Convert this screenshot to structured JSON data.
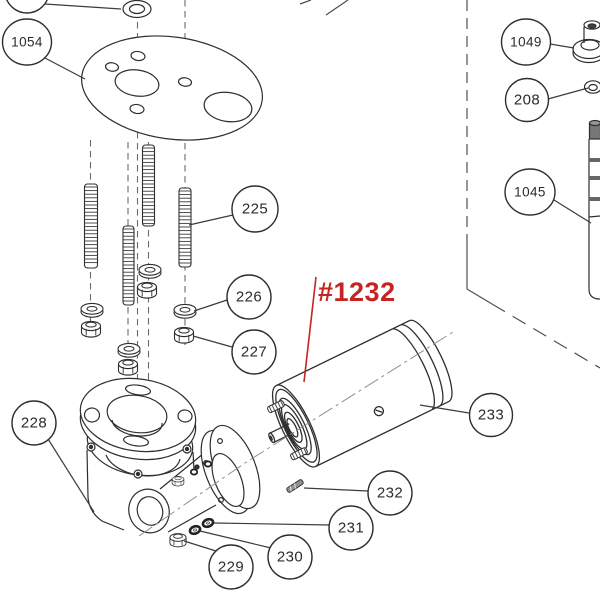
{
  "highlight": {
    "label": "#1232",
    "color": "#c52422"
  },
  "callouts": {
    "1054": {
      "label": "1054"
    },
    "225": {
      "label": "225"
    },
    "226": {
      "label": "226"
    },
    "227": {
      "label": "227"
    },
    "228": {
      "label": "228"
    },
    "229": {
      "label": "229"
    },
    "230": {
      "label": "230"
    },
    "231": {
      "label": "231"
    },
    "232": {
      "label": "232"
    },
    "233": {
      "label": "233"
    },
    "1049": {
      "label": "1049"
    },
    "208": {
      "label": "208"
    },
    "1045": {
      "label": "1045"
    }
  },
  "colors": {
    "linework": "#2e2e2e",
    "centerline": "#8f8f8f",
    "boundary": "#4f4f4f"
  }
}
